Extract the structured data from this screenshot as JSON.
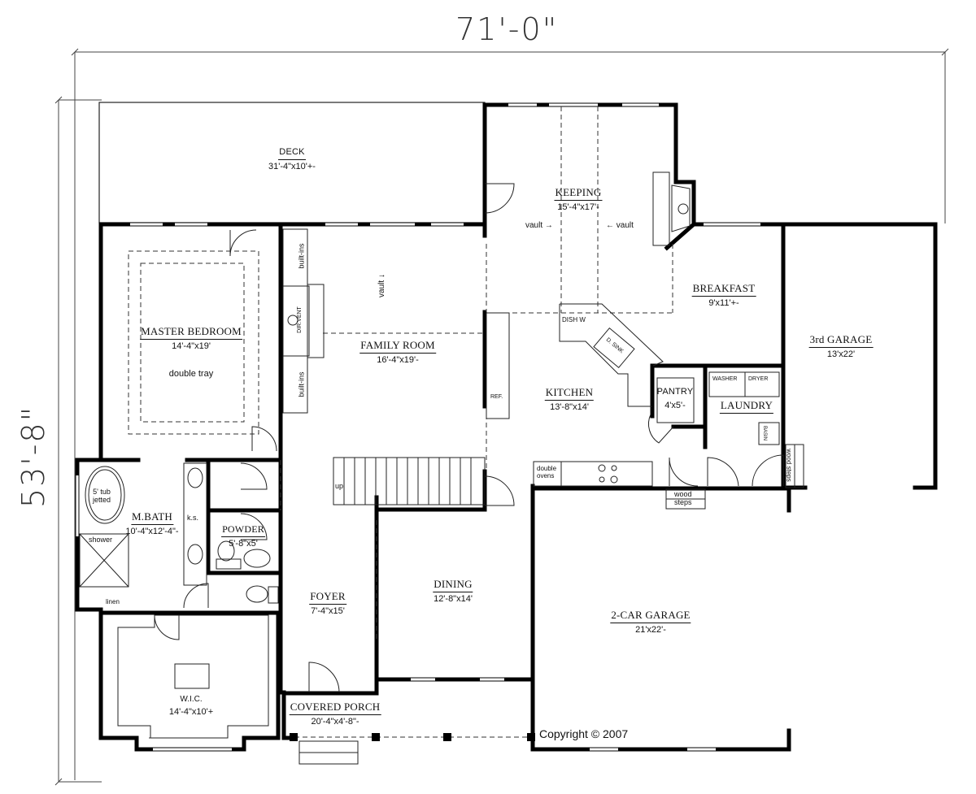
{
  "plan": {
    "overall_width": "71'-0\"",
    "overall_depth": "53'-8\"",
    "copyright": "Copyright © 2007"
  },
  "rooms": {
    "deck": {
      "name": "DECK",
      "dims": "31'-4\"x10'+-"
    },
    "keeping": {
      "name": "KEEPING",
      "dims": "15'-4\"x17'-"
    },
    "breakfast": {
      "name": "BREAKFAST",
      "dims": "9'x11'+-"
    },
    "master_bedroom": {
      "name": "MASTER BEDROOM",
      "dims": "14'-4\"x19'",
      "note": "double tray"
    },
    "family_room": {
      "name": "FAMILY ROOM",
      "dims": "16'-4\"x19'-"
    },
    "third_garage": {
      "name": "3rd GARAGE",
      "dims": "13'x22'"
    },
    "kitchen": {
      "name": "KITCHEN",
      "dims": "13'-8\"x14'"
    },
    "pantry": {
      "name": "PANTRY",
      "dims": "4'x5'-"
    },
    "laundry": {
      "name": "LAUNDRY"
    },
    "m_bath": {
      "name": "M.BATH",
      "dims": "10'-4\"x12'-4\"-"
    },
    "powder": {
      "name": "POWDER",
      "dims": "5'-8\"x5'"
    },
    "foyer": {
      "name": "FOYER",
      "dims": "7'-4\"x15'"
    },
    "dining": {
      "name": "DINING",
      "dims": "12'-8\"x14'"
    },
    "two_car_garage": {
      "name": "2-CAR GARAGE",
      "dims": "21'x22'-"
    },
    "wic": {
      "name": "W.I.C.",
      "dims": "14'-4\"x10'+"
    },
    "covered_porch": {
      "name": "COVERED PORCH",
      "dims": "20'-4\"x4'-8\"-"
    }
  },
  "notes": {
    "vault_left": "vault",
    "vault_right": "vault",
    "vault_family": "vault",
    "built_ins_top": "built-ins",
    "built_ins_bottom": "built-ins",
    "dir_vent": "DIR.VENT",
    "dish_w": "DISH W",
    "sink": "D. SINK",
    "ref": "REF.",
    "double_ovens_1": "double",
    "double_ovens_2": "ovens",
    "washer": "WASHER",
    "dryer": "DRYER",
    "basin": "BASIN",
    "wood_steps_garage_1": "wood",
    "wood_steps_garage_2": "steps",
    "wood_steps_3rd": "wood steps",
    "stairs_up": "up",
    "tub_1": "5' tub",
    "tub_2": "jetted",
    "shower": "shower",
    "ks": "k.s.",
    "linen": "linen"
  }
}
